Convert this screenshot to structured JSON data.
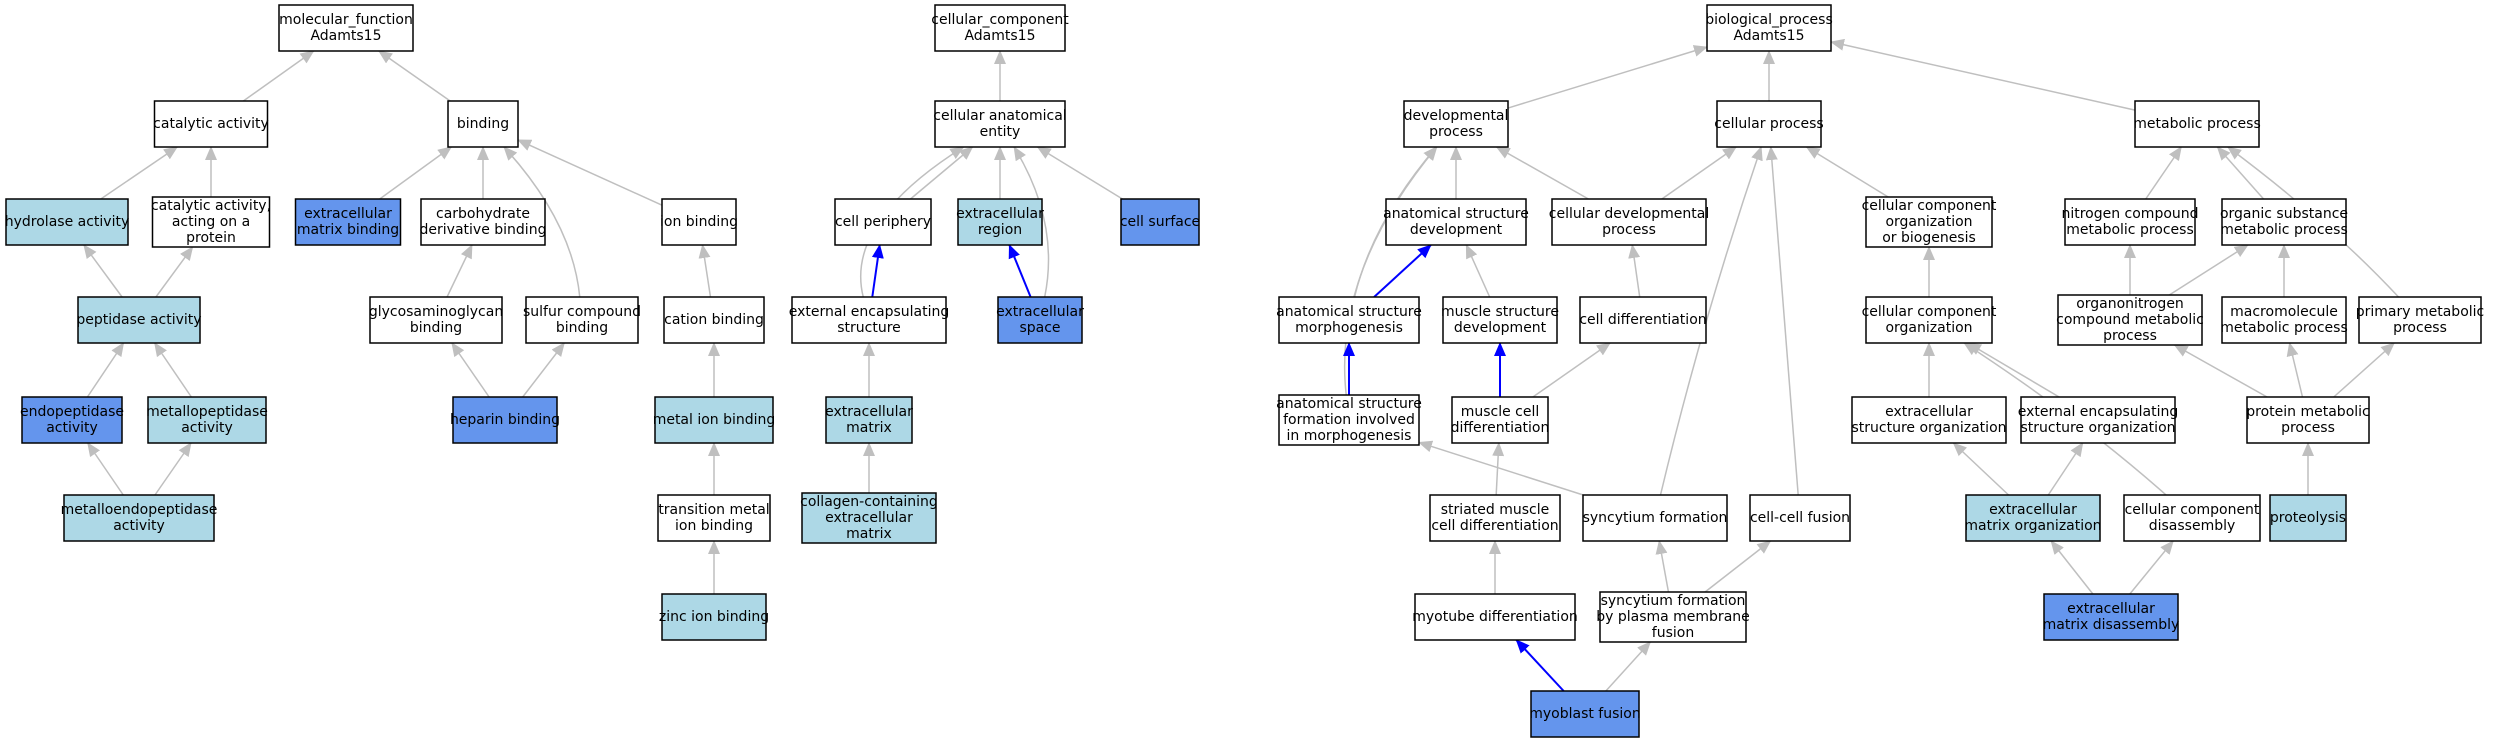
{
  "colors": {
    "node_default": "#ffffff",
    "node_light": "#add8e6",
    "node_dark": "#6495ed",
    "edge_gray": "#bfbfbf",
    "edge_blue": "#0000ff",
    "border": "#000000"
  },
  "nodes": [
    {
      "id": "mf",
      "lines": [
        "molecular_function",
        "Adamts15"
      ],
      "fill": "white"
    },
    {
      "id": "catalytic_activity",
      "lines": [
        "catalytic activity"
      ],
      "fill": "white"
    },
    {
      "id": "binding",
      "lines": [
        "binding"
      ],
      "fill": "white"
    },
    {
      "id": "hydrolase_activity",
      "lines": [
        "hydrolase activity"
      ],
      "fill": "light"
    },
    {
      "id": "catalytic_activity_protein",
      "lines": [
        "catalytic activity,",
        "acting on a",
        "protein"
      ],
      "fill": "white"
    },
    {
      "id": "ecm_binding",
      "lines": [
        "extracellular",
        "matrix binding"
      ],
      "fill": "dark"
    },
    {
      "id": "carbohydrate_binding",
      "lines": [
        "carbohydrate",
        "derivative binding"
      ],
      "fill": "white"
    },
    {
      "id": "ion_binding",
      "lines": [
        "ion binding"
      ],
      "fill": "white"
    },
    {
      "id": "peptidase_activity",
      "lines": [
        "peptidase activity"
      ],
      "fill": "light"
    },
    {
      "id": "gag_binding",
      "lines": [
        "glycosaminoglycan",
        "binding"
      ],
      "fill": "white"
    },
    {
      "id": "sulfur_binding",
      "lines": [
        "sulfur compound",
        "binding"
      ],
      "fill": "white"
    },
    {
      "id": "cation_binding",
      "lines": [
        "cation binding"
      ],
      "fill": "white"
    },
    {
      "id": "endopeptidase_activity",
      "lines": [
        "endopeptidase",
        "activity"
      ],
      "fill": "dark"
    },
    {
      "id": "metallopeptidase_activity",
      "lines": [
        "metallopeptidase",
        "activity"
      ],
      "fill": "light"
    },
    {
      "id": "heparin_binding",
      "lines": [
        "heparin binding"
      ],
      "fill": "dark"
    },
    {
      "id": "metal_ion_binding",
      "lines": [
        "metal ion binding"
      ],
      "fill": "light"
    },
    {
      "id": "metalloendopeptidase_activity",
      "lines": [
        "metalloendopeptidase",
        "activity"
      ],
      "fill": "light"
    },
    {
      "id": "transition_metal_binding",
      "lines": [
        "transition metal",
        "ion binding"
      ],
      "fill": "white"
    },
    {
      "id": "zinc_ion_binding",
      "lines": [
        "zinc ion binding"
      ],
      "fill": "light"
    },
    {
      "id": "cc",
      "lines": [
        "cellular_component",
        "Adamts15"
      ],
      "fill": "white"
    },
    {
      "id": "cellular_anatomical_entity",
      "lines": [
        "cellular anatomical",
        "entity"
      ],
      "fill": "white"
    },
    {
      "id": "cell_periphery",
      "lines": [
        "cell periphery"
      ],
      "fill": "white"
    },
    {
      "id": "extracellular_region",
      "lines": [
        "extracellular",
        "region"
      ],
      "fill": "light"
    },
    {
      "id": "cell_surface",
      "lines": [
        "cell surface"
      ],
      "fill": "dark"
    },
    {
      "id": "external_encapsulating_structure",
      "lines": [
        "external encapsulating",
        "structure"
      ],
      "fill": "white"
    },
    {
      "id": "extracellular_space",
      "lines": [
        "extracellular",
        "space"
      ],
      "fill": "dark"
    },
    {
      "id": "extracellular_matrix",
      "lines": [
        "extracellular",
        "matrix"
      ],
      "fill": "light"
    },
    {
      "id": "collagen_ecm",
      "lines": [
        "collagen-containing",
        "extracellular",
        "matrix"
      ],
      "fill": "light"
    },
    {
      "id": "bp",
      "lines": [
        "biological_process",
        "Adamts15"
      ],
      "fill": "white"
    },
    {
      "id": "developmental_process",
      "lines": [
        "developmental",
        "process"
      ],
      "fill": "white"
    },
    {
      "id": "cellular_process",
      "lines": [
        "cellular process"
      ],
      "fill": "white"
    },
    {
      "id": "metabolic_process",
      "lines": [
        "metabolic process"
      ],
      "fill": "white"
    },
    {
      "id": "anatomical_structure_development",
      "lines": [
        "anatomical structure",
        "development"
      ],
      "fill": "white"
    },
    {
      "id": "cellular_developmental_process",
      "lines": [
        "cellular developmental",
        "process"
      ],
      "fill": "white"
    },
    {
      "id": "cc_organization_biogenesis",
      "lines": [
        "cellular component",
        "organization",
        "or biogenesis"
      ],
      "fill": "white"
    },
    {
      "id": "nitrogen_compound_metabolic",
      "lines": [
        "nitrogen compound",
        "metabolic process"
      ],
      "fill": "white"
    },
    {
      "id": "organic_substance_metabolic",
      "lines": [
        "organic substance",
        "metabolic process"
      ],
      "fill": "white"
    },
    {
      "id": "anatomical_structure_morphogenesis",
      "lines": [
        "anatomical structure",
        "morphogenesis"
      ],
      "fill": "white"
    },
    {
      "id": "muscle_structure_development",
      "lines": [
        "muscle structure",
        "development"
      ],
      "fill": "white"
    },
    {
      "id": "cell_differentiation",
      "lines": [
        "cell differentiation"
      ],
      "fill": "white"
    },
    {
      "id": "cc_organization",
      "lines": [
        "cellular component",
        "organization"
      ],
      "fill": "white"
    },
    {
      "id": "organonitrogen_metabolic",
      "lines": [
        "organonitrogen",
        "compound metabolic",
        "process"
      ],
      "fill": "white"
    },
    {
      "id": "macromolecule_metabolic",
      "lines": [
        "macromolecule",
        "metabolic process"
      ],
      "fill": "white"
    },
    {
      "id": "primary_metabolic",
      "lines": [
        "primary metabolic",
        "process"
      ],
      "fill": "white"
    },
    {
      "id": "as_formation_morphogenesis",
      "lines": [
        "anatomical structure",
        "formation involved",
        "in morphogenesis"
      ],
      "fill": "white"
    },
    {
      "id": "muscle_cell_differentiation",
      "lines": [
        "muscle cell",
        "differentiation"
      ],
      "fill": "white"
    },
    {
      "id": "extracellular_structure_organization",
      "lines": [
        "extracellular",
        "structure organization"
      ],
      "fill": "white"
    },
    {
      "id": "external_encapsulating_structure_org",
      "lines": [
        "external encapsulating",
        "structure organization"
      ],
      "fill": "white"
    },
    {
      "id": "protein_metabolic",
      "lines": [
        "protein metabolic",
        "process"
      ],
      "fill": "white"
    },
    {
      "id": "striated_muscle_cell_diff",
      "lines": [
        "striated muscle",
        "cell differentiation"
      ],
      "fill": "white"
    },
    {
      "id": "syncytium_formation",
      "lines": [
        "syncytium formation"
      ],
      "fill": "white"
    },
    {
      "id": "cell_cell_fusion",
      "lines": [
        "cell-cell fusion"
      ],
      "fill": "white"
    },
    {
      "id": "ecm_organization",
      "lines": [
        "extracellular",
        "matrix organization"
      ],
      "fill": "light"
    },
    {
      "id": "cc_disassembly",
      "lines": [
        "cellular component",
        "disassembly"
      ],
      "fill": "white"
    },
    {
      "id": "proteolysis",
      "lines": [
        "proteolysis"
      ],
      "fill": "light"
    },
    {
      "id": "myotube_differentiation",
      "lines": [
        "myotube differentiation"
      ],
      "fill": "white"
    },
    {
      "id": "syncytium_formation_fusion",
      "lines": [
        "syncytium formation",
        "by plasma membrane",
        "fusion"
      ],
      "fill": "white"
    },
    {
      "id": "ecm_disassembly",
      "lines": [
        "extracellular",
        "matrix disassembly"
      ],
      "fill": "dark"
    },
    {
      "id": "myoblast_fusion",
      "lines": [
        "myoblast fusion"
      ],
      "fill": "dark"
    }
  ],
  "edges": [
    {
      "from": "catalytic_activity",
      "to": "mf",
      "color": "gray"
    },
    {
      "from": "binding",
      "to": "mf",
      "color": "gray"
    },
    {
      "from": "hydrolase_activity",
      "to": "catalytic_activity",
      "color": "gray"
    },
    {
      "from": "catalytic_activity_protein",
      "to": "catalytic_activity",
      "color": "gray"
    },
    {
      "from": "ecm_binding",
      "to": "binding",
      "color": "gray"
    },
    {
      "from": "carbohydrate_binding",
      "to": "binding",
      "color": "gray"
    },
    {
      "from": "ion_binding",
      "to": "binding",
      "color": "gray"
    },
    {
      "from": "sulfur_binding",
      "to": "binding",
      "color": "gray"
    },
    {
      "from": "peptidase_activity",
      "to": "hydrolase_activity",
      "color": "gray"
    },
    {
      "from": "peptidase_activity",
      "to": "catalytic_activity_protein",
      "color": "gray"
    },
    {
      "from": "gag_binding",
      "to": "carbohydrate_binding",
      "color": "gray"
    },
    {
      "from": "cation_binding",
      "to": "ion_binding",
      "color": "gray"
    },
    {
      "from": "endopeptidase_activity",
      "to": "peptidase_activity",
      "color": "gray"
    },
    {
      "from": "metallopeptidase_activity",
      "to": "peptidase_activity",
      "color": "gray"
    },
    {
      "from": "heparin_binding",
      "to": "gag_binding",
      "color": "gray"
    },
    {
      "from": "heparin_binding",
      "to": "sulfur_binding",
      "color": "gray"
    },
    {
      "from": "metal_ion_binding",
      "to": "cation_binding",
      "color": "gray"
    },
    {
      "from": "metalloendopeptidase_activity",
      "to": "endopeptidase_activity",
      "color": "gray"
    },
    {
      "from": "metalloendopeptidase_activity",
      "to": "metallopeptidase_activity",
      "color": "gray"
    },
    {
      "from": "transition_metal_binding",
      "to": "metal_ion_binding",
      "color": "gray"
    },
    {
      "from": "zinc_ion_binding",
      "to": "transition_metal_binding",
      "color": "gray"
    },
    {
      "from": "cellular_anatomical_entity",
      "to": "cc",
      "color": "gray"
    },
    {
      "from": "cell_periphery",
      "to": "cellular_anatomical_entity",
      "color": "gray"
    },
    {
      "from": "extracellular_region",
      "to": "cellular_anatomical_entity",
      "color": "gray"
    },
    {
      "from": "cell_surface",
      "to": "cellular_anatomical_entity",
      "color": "gray"
    },
    {
      "from": "external_encapsulating_structure",
      "to": "cellular_anatomical_entity",
      "color": "gray"
    },
    {
      "from": "extracellular_space",
      "to": "cellular_anatomical_entity",
      "color": "gray"
    },
    {
      "from": "external_encapsulating_structure",
      "to": "cell_periphery",
      "color": "blue"
    },
    {
      "from": "extracellular_space",
      "to": "extracellular_region",
      "color": "blue"
    },
    {
      "from": "extracellular_matrix",
      "to": "external_encapsulating_structure",
      "color": "gray"
    },
    {
      "from": "collagen_ecm",
      "to": "extracellular_matrix",
      "color": "gray"
    },
    {
      "from": "developmental_process",
      "to": "bp",
      "color": "gray"
    },
    {
      "from": "cellular_process",
      "to": "bp",
      "color": "gray"
    },
    {
      "from": "metabolic_process",
      "to": "bp",
      "color": "gray"
    },
    {
      "from": "anatomical_structure_development",
      "to": "developmental_process",
      "color": "gray"
    },
    {
      "from": "cellular_developmental_process",
      "to": "developmental_process",
      "color": "gray"
    },
    {
      "from": "cellular_developmental_process",
      "to": "cellular_process",
      "color": "gray"
    },
    {
      "from": "anatomical_structure_morphogenesis",
      "to": "developmental_process",
      "color": "gray"
    },
    {
      "from": "as_formation_morphogenesis",
      "to": "developmental_process",
      "color": "gray"
    },
    {
      "from": "cc_organization_biogenesis",
      "to": "cellular_process",
      "color": "gray"
    },
    {
      "from": "nitrogen_compound_metabolic",
      "to": "metabolic_process",
      "color": "gray"
    },
    {
      "from": "organic_substance_metabolic",
      "to": "metabolic_process",
      "color": "gray"
    },
    {
      "from": "primary_metabolic",
      "to": "metabolic_process",
      "color": "gray"
    },
    {
      "from": "anatomical_structure_morphogenesis",
      "to": "anatomical_structure_development",
      "color": "blue"
    },
    {
      "from": "muscle_structure_development",
      "to": "anatomical_structure_development",
      "color": "gray"
    },
    {
      "from": "cell_differentiation",
      "to": "cellular_developmental_process",
      "color": "gray"
    },
    {
      "from": "cc_organization",
      "to": "cc_organization_biogenesis",
      "color": "gray"
    },
    {
      "from": "organonitrogen_metabolic",
      "to": "nitrogen_compound_metabolic",
      "color": "gray"
    },
    {
      "from": "organonitrogen_metabolic",
      "to": "organic_substance_metabolic",
      "color": "gray"
    },
    {
      "from": "macromolecule_metabolic",
      "to": "organic_substance_metabolic",
      "color": "gray"
    },
    {
      "from": "as_formation_morphogenesis",
      "to": "anatomical_structure_morphogenesis",
      "color": "blue"
    },
    {
      "from": "muscle_cell_differentiation",
      "to": "muscle_structure_development",
      "color": "blue"
    },
    {
      "from": "muscle_cell_differentiation",
      "to": "cell_differentiation",
      "color": "gray"
    },
    {
      "from": "extracellular_structure_organization",
      "to": "cc_organization",
      "color": "gray"
    },
    {
      "from": "external_encapsulating_structure_org",
      "to": "cc_organization",
      "color": "gray"
    },
    {
      "from": "cc_disassembly",
      "to": "cc_organization",
      "color": "gray"
    },
    {
      "from": "protein_metabolic",
      "to": "organonitrogen_metabolic",
      "color": "gray"
    },
    {
      "from": "protein_metabolic",
      "to": "macromolecule_metabolic",
      "color": "gray"
    },
    {
      "from": "protein_metabolic",
      "to": "primary_metabolic",
      "color": "gray"
    },
    {
      "from": "striated_muscle_cell_diff",
      "to": "muscle_cell_differentiation",
      "color": "gray"
    },
    {
      "from": "syncytium_formation",
      "to": "as_formation_morphogenesis",
      "color": "gray"
    },
    {
      "from": "syncytium_formation",
      "to": "cellular_process",
      "color": "gray"
    },
    {
      "from": "cell_cell_fusion",
      "to": "cellular_process",
      "color": "gray"
    },
    {
      "from": "ecm_organization",
      "to": "extracellular_structure_organization",
      "color": "gray"
    },
    {
      "from": "ecm_organization",
      "to": "external_encapsulating_structure_org",
      "color": "gray"
    },
    {
      "from": "proteolysis",
      "to": "protein_metabolic",
      "color": "gray"
    },
    {
      "from": "myotube_differentiation",
      "to": "striated_muscle_cell_diff",
      "color": "gray"
    },
    {
      "from": "syncytium_formation_fusion",
      "to": "syncytium_formation",
      "color": "gray"
    },
    {
      "from": "syncytium_formation_fusion",
      "to": "cell_cell_fusion",
      "color": "gray"
    },
    {
      "from": "ecm_disassembly",
      "to": "ecm_organization",
      "color": "gray"
    },
    {
      "from": "ecm_disassembly",
      "to": "cc_disassembly",
      "color": "gray"
    },
    {
      "from": "myoblast_fusion",
      "to": "myotube_differentiation",
      "color": "blue"
    },
    {
      "from": "myoblast_fusion",
      "to": "syncytium_formation_fusion",
      "color": "gray"
    }
  ]
}
